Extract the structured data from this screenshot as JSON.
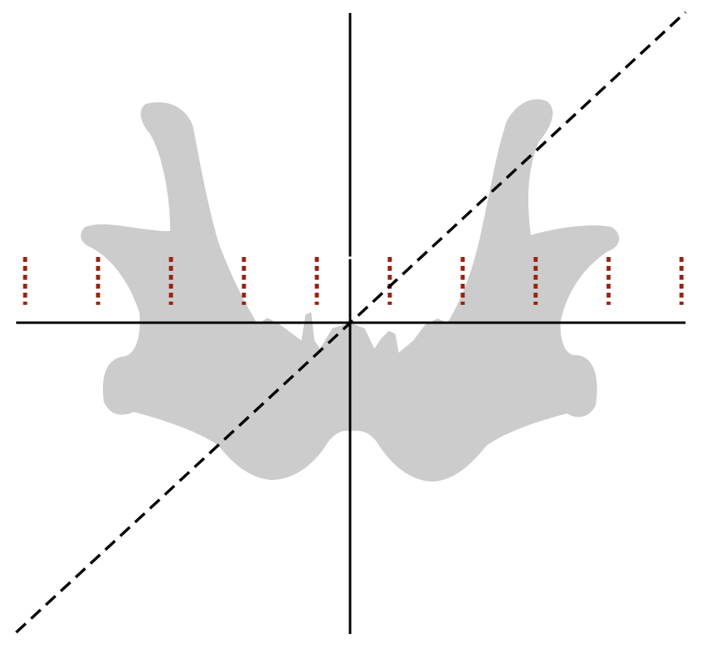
{
  "colors": {
    "background": "#ffffff",
    "bone_fill": "#cccccc",
    "axis": "#000000",
    "dashed_diagonal": "#000000",
    "dotted_markers": "#992211"
  },
  "diagram": {
    "shape": "bone-silhouette",
    "axes": [
      "vertical-axis",
      "horizontal-axis"
    ],
    "diagonal_style": "dashed",
    "marker_style": "dotted",
    "marker_count": 10
  }
}
